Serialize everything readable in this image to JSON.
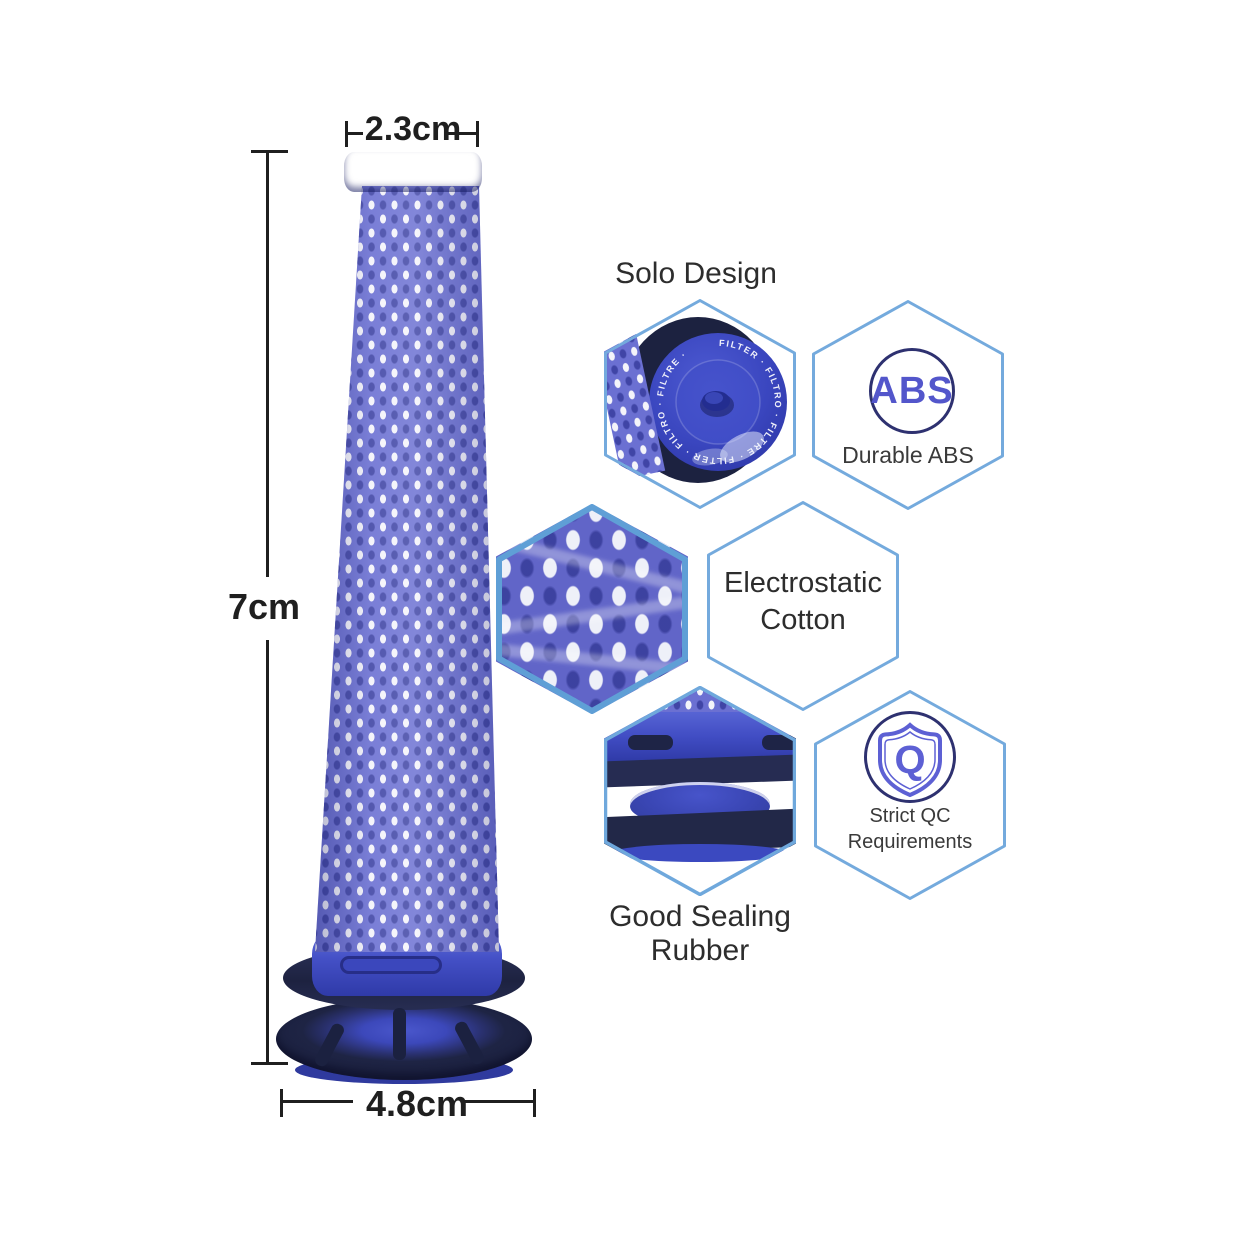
{
  "dimensions": {
    "top_width": "2.3cm",
    "height": "7cm",
    "base_width": "4.8cm"
  },
  "callouts": {
    "solo_design_label": "Solo Design",
    "abs_badge": "ABS",
    "abs_label": "Durable ABS",
    "electrostatic_line1": "Electrostatic",
    "electrostatic_line2": "Cotton",
    "qc_letter": "Q",
    "qc_line1": "Strict QC",
    "qc_line2": "Requirements",
    "sealing_line1": "Good Sealing",
    "sealing_line2": "Rubber"
  },
  "filter": {
    "rim_text": "FILTER · FILTRO · FILTRE · FILTER · FILTRO · FILTRE ·"
  },
  "colors": {
    "hex_border": "#74aadd",
    "hex_border_thick": "#5f9fd6",
    "mesh_purple": "#6b70d2",
    "filter_blue": "#4450c6",
    "dark_navy": "#1d2240",
    "abs_text": "#5356cb",
    "icon_circle_stroke": "#2e3170",
    "measure_ink": "#1f1f1f"
  }
}
